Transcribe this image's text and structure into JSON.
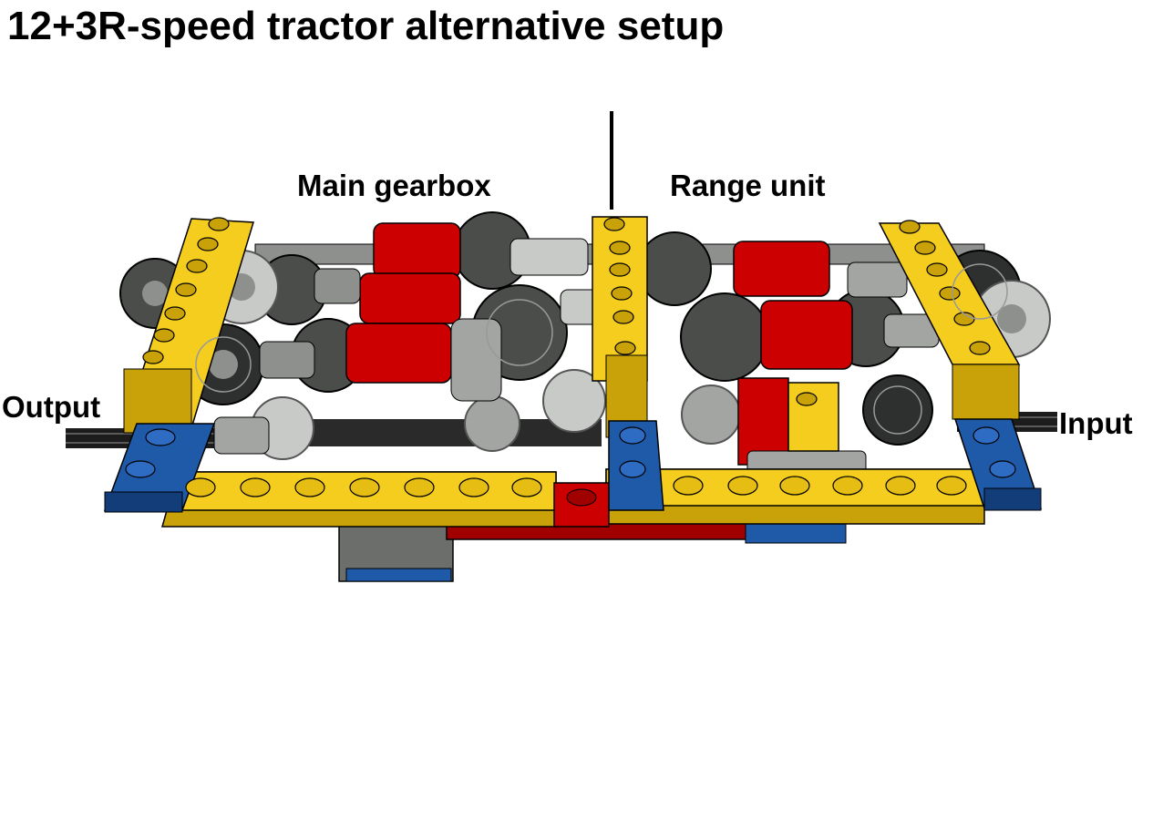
{
  "title": "12+3R-speed tractor alternative setup",
  "labels": {
    "main_gearbox": "Main gearbox",
    "range_unit": "Range unit",
    "output": "Output",
    "input": "Input"
  },
  "colors": {
    "yellow": "#f4cd1f",
    "yellow_dark": "#c9a20a",
    "red": "#cc0000",
    "blue": "#1e5aa8",
    "gray_light": "#a3a5a3",
    "gray_dark": "#4b4d4b",
    "axle_black": "#1c1c1c"
  }
}
